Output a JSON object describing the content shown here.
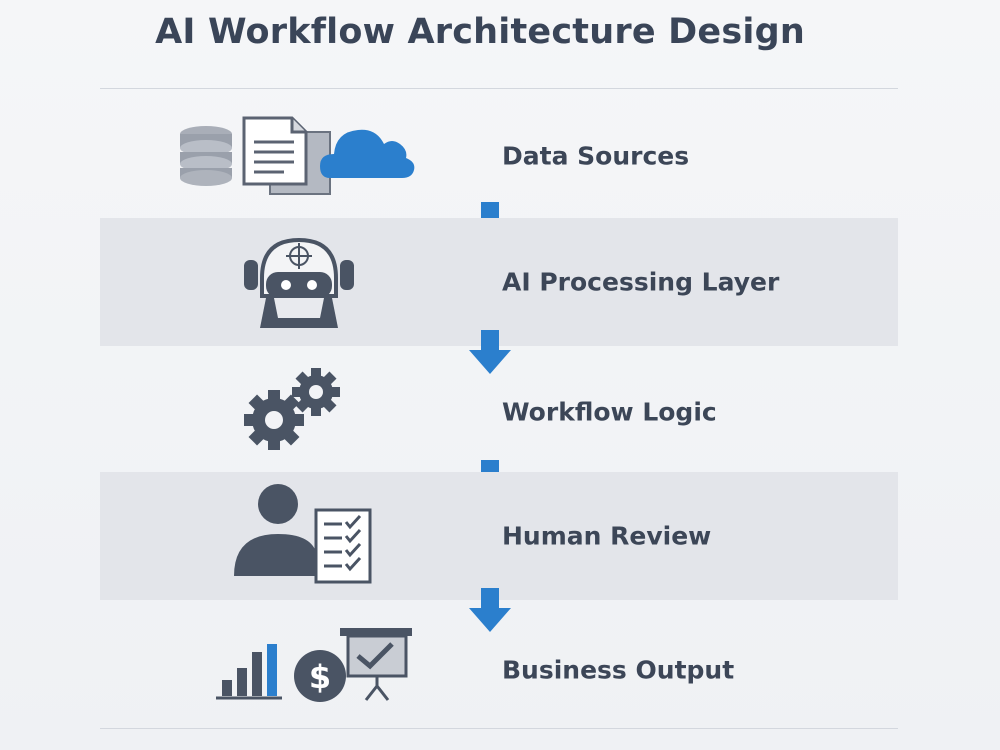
{
  "title": "AI Workflow Architecture Design",
  "colors": {
    "accent_blue": "#2b7fcd",
    "icon_gray": "#4a5464",
    "icon_light": "#a9aeb8",
    "shaded_row": "#e3e5ea",
    "background": "#f2f3f6"
  },
  "layers": [
    {
      "label": "Data Sources",
      "icon": "database-document-cloud-icon"
    },
    {
      "label": "AI Processing Layer",
      "icon": "robot-icon"
    },
    {
      "label": "Workflow Logic",
      "icon": "gears-icon"
    },
    {
      "label": "Human Review",
      "icon": "person-checklist-icon"
    },
    {
      "label": "Business Output",
      "icon": "chart-dollar-presentation-icon"
    }
  ]
}
